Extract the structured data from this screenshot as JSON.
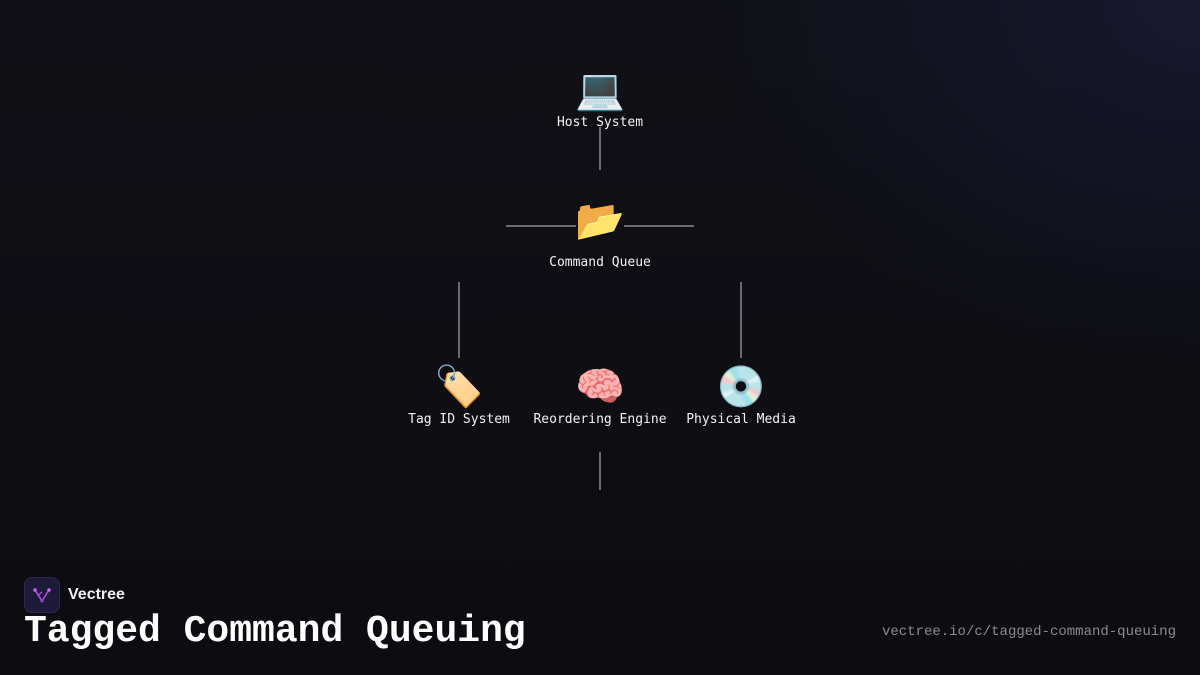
{
  "diagram": {
    "nodes": {
      "host": {
        "icon": "💻",
        "icon_name": "laptop-icon",
        "label": "Host System"
      },
      "queue": {
        "icon": "📂",
        "icon_name": "open-folder-icon",
        "label": "Command Queue"
      },
      "tag": {
        "icon": "🏷️",
        "icon_name": "tag-icon",
        "label": "Tag ID System"
      },
      "engine": {
        "icon": "🧠",
        "icon_name": "brain-icon",
        "label": "Reordering Engine"
      },
      "media": {
        "icon": "💿",
        "icon_name": "disc-icon",
        "label": "Physical Media"
      }
    },
    "connector_color": "#6b6b72"
  },
  "footer": {
    "brand": "Vectree",
    "title": "Tagged Command Queuing",
    "url": "vectree.io/c/tagged-command-queuing"
  },
  "colors": {
    "background": "#101016",
    "logo_accent": "#b04ce0"
  }
}
